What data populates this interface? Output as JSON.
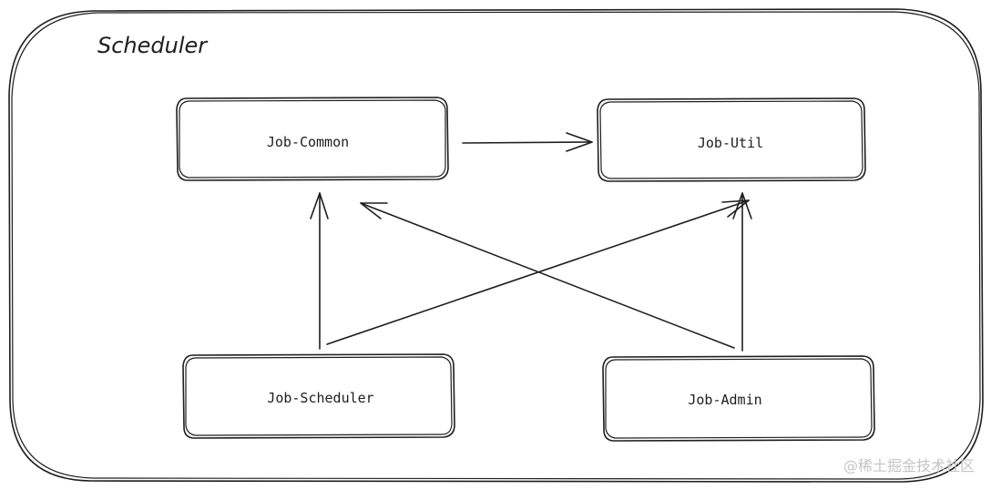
{
  "container": {
    "title": "Scheduler"
  },
  "nodes": {
    "job_common": "Job-Common",
    "job_util": "Job-Util",
    "job_scheduler": "Job-Scheduler",
    "job_admin": "Job-Admin"
  },
  "edges": [
    {
      "from": "Job-Common",
      "to": "Job-Util"
    },
    {
      "from": "Job-Scheduler",
      "to": "Job-Common"
    },
    {
      "from": "Job-Scheduler",
      "to": "Job-Util"
    },
    {
      "from": "Job-Admin",
      "to": "Job-Common"
    },
    {
      "from": "Job-Admin",
      "to": "Job-Util"
    }
  ],
  "watermark": "@稀土掘金技术社区"
}
